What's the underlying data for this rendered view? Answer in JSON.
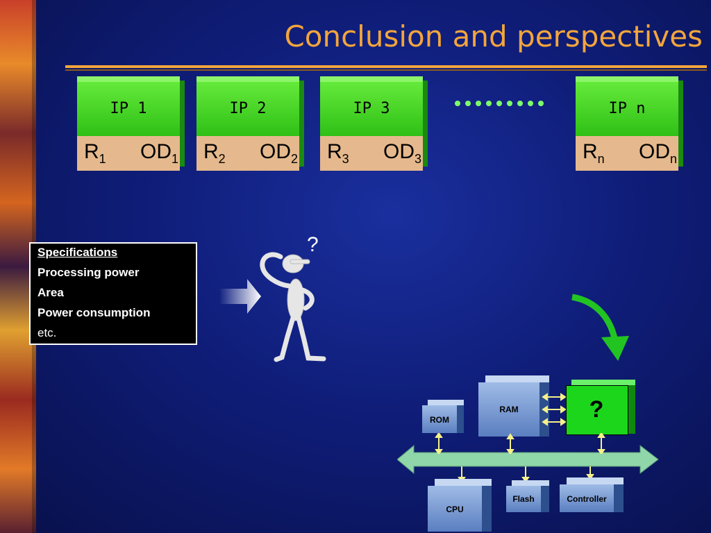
{
  "slide": {
    "title": "Conclusion and perspectives"
  },
  "ip_blocks": [
    {
      "label": "IP 1",
      "r": "R",
      "r_sub": "1",
      "od": "OD",
      "od_sub": "1"
    },
    {
      "label": "IP 2",
      "r": "R",
      "r_sub": "2",
      "od": "OD",
      "od_sub": "2"
    },
    {
      "label": "IP 3",
      "r": "R",
      "r_sub": "3",
      "od": "OD",
      "od_sub": "3"
    },
    {
      "label": "IP n",
      "r": "R",
      "r_sub": "n",
      "od": "OD",
      "od_sub": "n"
    }
  ],
  "specs": {
    "heading": "Specifications",
    "items": [
      "Processing power",
      "Area",
      "Power consumption",
      "etc."
    ]
  },
  "thinker": {
    "question_mark": "?"
  },
  "soc": {
    "rom": "ROM",
    "ram": "RAM",
    "unknown": "?",
    "cpu": "CPU",
    "flash": "Flash",
    "controller": "Controller"
  },
  "colors": {
    "title": "#f3a53c",
    "ip_green": "#3fd61e",
    "ip_tan": "#e5b98d",
    "bus": "#8fd6a8",
    "block_blue": "#6f8fcc",
    "unknown_green": "#1cd61c"
  }
}
